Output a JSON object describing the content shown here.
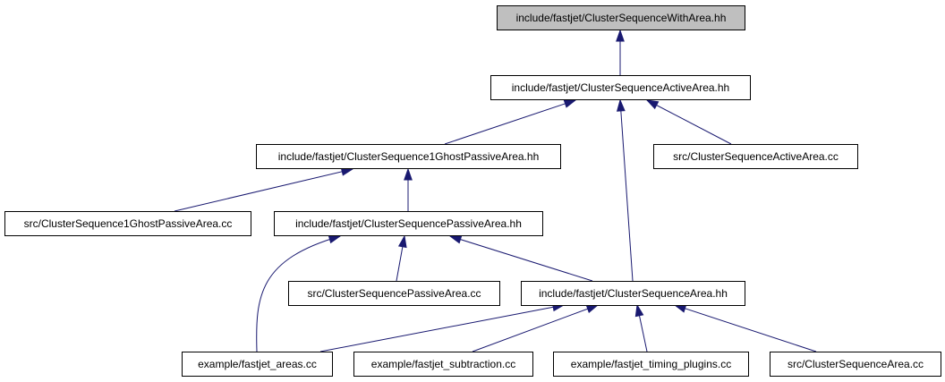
{
  "nodes": {
    "cswa": {
      "label": "include/fastjet/ClusterSequenceWithArea.hh",
      "highlighted": true
    },
    "csaa": {
      "label": "include/fastjet/ClusterSequenceActiveArea.hh"
    },
    "cs1g": {
      "label": "include/fastjet/ClusterSequence1GhostPassiveArea.hh"
    },
    "csaa_cc": {
      "label": "src/ClusterSequenceActiveArea.cc"
    },
    "cs1g_cc": {
      "label": "src/ClusterSequence1GhostPassiveArea.cc"
    },
    "cspa": {
      "label": "include/fastjet/ClusterSequencePassiveArea.hh"
    },
    "cspa_cc": {
      "label": "src/ClusterSequencePassiveArea.cc"
    },
    "csa": {
      "label": "include/fastjet/ClusterSequenceArea.hh"
    },
    "ex_areas": {
      "label": "example/fastjet_areas.cc"
    },
    "ex_sub": {
      "label": "example/fastjet_subtraction.cc"
    },
    "ex_timing": {
      "label": "example/fastjet_timing_plugins.cc"
    },
    "csa_cc": {
      "label": "src/ClusterSequenceArea.cc"
    }
  },
  "edges": [
    {
      "from": "csaa",
      "to": "cswa"
    },
    {
      "from": "cs1g",
      "to": "csaa"
    },
    {
      "from": "csaa_cc",
      "to": "csaa"
    },
    {
      "from": "csa",
      "to": "csaa"
    },
    {
      "from": "cs1g_cc",
      "to": "cs1g"
    },
    {
      "from": "cspa",
      "to": "cs1g"
    },
    {
      "from": "cspa_cc",
      "to": "cspa"
    },
    {
      "from": "csa",
      "to": "cspa"
    },
    {
      "from": "ex_areas",
      "to": "cspa"
    },
    {
      "from": "ex_areas",
      "to": "csa"
    },
    {
      "from": "ex_sub",
      "to": "csa"
    },
    {
      "from": "ex_timing",
      "to": "csa"
    },
    {
      "from": "csa_cc",
      "to": "csa"
    }
  ],
  "colors": {
    "edge": "#191970",
    "root_fill": "#bfbfbf",
    "node_fill": "#ffffff",
    "border": "#000000"
  }
}
